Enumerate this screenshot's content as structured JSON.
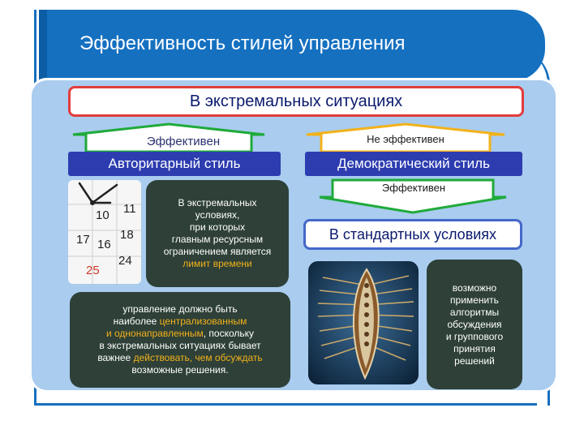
{
  "title": "Эффективность стилей управления",
  "extreme_banner": "В экстремальных ситуациях",
  "left_arrow_label": "Эффективен",
  "right_arrow_label": "Не эффективен",
  "authoritarian_style": "Авторитарный стиль",
  "democratic_style": "Демократический стиль",
  "down_arrow_label": "Эффективен",
  "standard_conditions": "В стандартных условиях",
  "time_box": {
    "line1": "В экстремальных",
    "line2": "условиях,",
    "line3": "при которых",
    "line4": "главным ресурсным",
    "line5": "ограничением является",
    "highlight": "лимит времени"
  },
  "management_box": {
    "line1": "управление должно быть",
    "line2_plain": "наиболее ",
    "line2_hl": "централизованным",
    "line3_hl": "и однонаправленным",
    "line3_plain": ", поскольку",
    "line4": "в экстремальных ситуациях бывает",
    "line5_plain": "важнее ",
    "line5_hl": "действовать, чем обсуждать",
    "line6": "возможные решения."
  },
  "algorithms_box": {
    "line1": "возможно",
    "line2": "применить",
    "line3": "алгоритмы",
    "line4": "обсуждения",
    "line5": "и группового",
    "line6": "принятия",
    "line7": "решений"
  },
  "calendar_numbers": [
    "10",
    "11",
    "16",
    "17",
    "18",
    "24",
    "25"
  ],
  "colors": {
    "header_blue": "#1570c0",
    "panel_blue": "#a9ccef",
    "style_bar": "#2d3db0",
    "green_arrow": "#1faa3a",
    "yellow_arrow": "#f2b21a",
    "red_border": "#e23d3d",
    "dark_box": "#2e4038",
    "highlight": "#f2b21a"
  }
}
